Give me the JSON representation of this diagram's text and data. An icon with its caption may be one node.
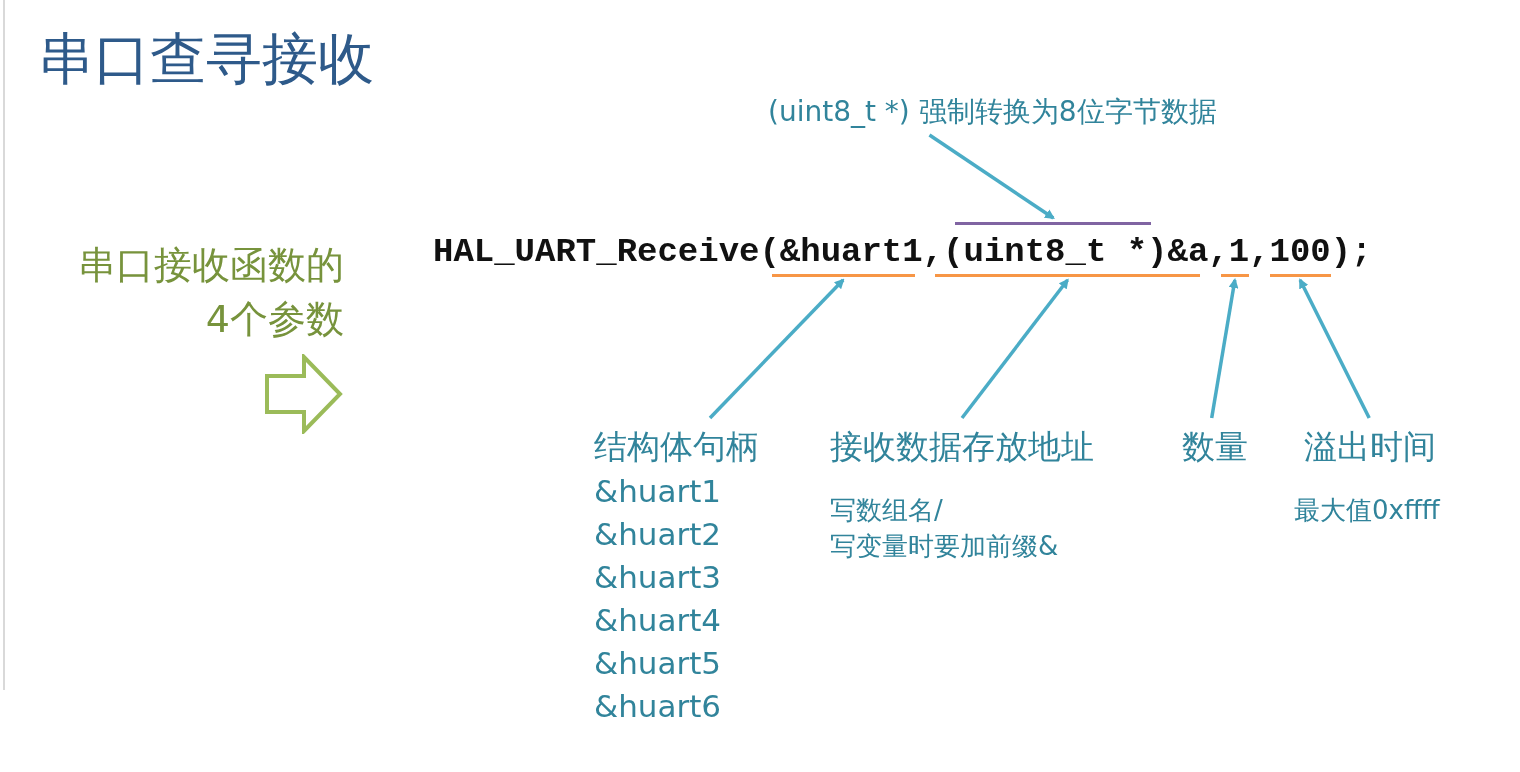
{
  "diagram": {
    "title": "串口查寻接收",
    "nodes": [
      {
        "text": [
          "串口接收函数的 4个参数"
        ]
      },
      {
        "text": [
          "HAL_UART_Receive(&huart1,(uint8_t *)&a,1,100);"
        ]
      },
      {
        "text": [],
        "shape": "bar"
      },
      {
        "text": [],
        "shape": "bar"
      },
      {
        "text": [],
        "shape": "bar"
      },
      {
        "text": [],
        "shape": "bar"
      },
      {
        "text": [],
        "shape": "bar"
      },
      {
        "text": [
          "(uint8_t *) 强制转换为8位字节数据"
        ]
      },
      {
        "text": [
          "结构体句柄",
          "&huart1",
          "&huart2",
          "&huart3",
          "&huart4",
          "&huart5",
          "&huart6"
        ]
      },
      {
        "text": [
          "接收数据存放地址",
          "写数组名/",
          "写变量时要加前缀&"
        ]
      },
      {
        "text": [
          "数量"
        ]
      },
      {
        "text": [
          "溢出时间",
          "最大值0xffff"
        ]
      }
    ],
    "edges": [
      {
        "from": 7,
        "to": 6,
        "arrow": "to"
      },
      {
        "from": 8,
        "to": 2,
        "arrow": "to"
      },
      {
        "from": 9,
        "to": 3,
        "arrow": "to"
      },
      {
        "from": 10,
        "to": 4,
        "arrow": "to"
      },
      {
        "from": 11,
        "to": 5,
        "arrow": "to"
      }
    ]
  }
}
